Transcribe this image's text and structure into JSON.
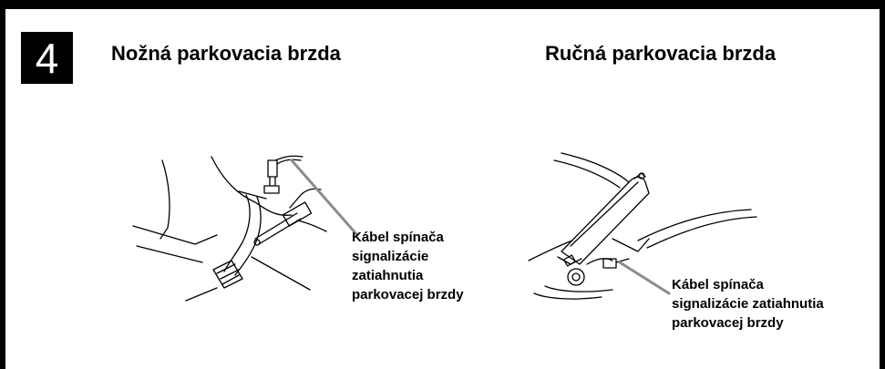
{
  "step": {
    "number": "4"
  },
  "foot_brake": {
    "title": "Nožná parkovacia brzda",
    "callout_lines": [
      "Kábel spínača",
      "signalizácie",
      "zatiahnutia",
      "parkovacej brzdy"
    ]
  },
  "hand_brake": {
    "title": "Ručná parkovacia brzda",
    "callout_lines": [
      "Kábel spínača",
      "signalizácie zatiahnutia",
      "parkovacej brzdy"
    ]
  },
  "colors": {
    "frame": "#000000",
    "leader_line": "#8c8c8c",
    "badge_text": "#ffffff"
  }
}
